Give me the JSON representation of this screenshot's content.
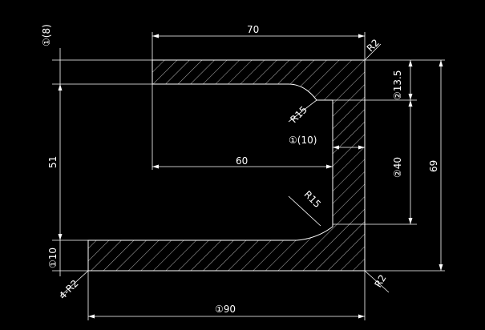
{
  "drawing": {
    "background": "#000000",
    "line_color": "#ffffff",
    "labels": {
      "top_width": "70",
      "radius_top_right": "R2",
      "left_top_thickness": "①(8)",
      "right_top_offset": "②13.5",
      "radius_upper_fillet": "R15",
      "web_thickness": "①(10)",
      "inner_width": "60",
      "left_height": "51",
      "web_height": "②40",
      "total_height": "69",
      "radius_lower_fillet": "R15",
      "bottom_thickness": "①10",
      "radius_bottom_left": "4-R2",
      "radius_bottom_right": "R2",
      "bottom_width": "①90"
    }
  }
}
